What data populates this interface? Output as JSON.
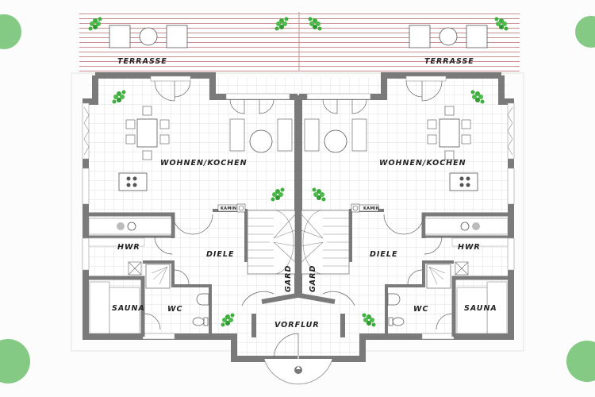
{
  "rooms": {
    "terrasse": "TERRASSE",
    "wohnen_kochen": "WOHNEN/KOCHEN",
    "diele": "DIELE",
    "hwr": "HWR",
    "sauna": "SAUNA",
    "wc": "WC",
    "gard": "GARD",
    "kamin": "KAMIN",
    "vorflur": "VORFLUR"
  },
  "colors": {
    "wall": "#7a7a7a",
    "terrace_lines": "#c98f8f",
    "plant": "#3fae3f",
    "tile": "#e4e4e4"
  }
}
